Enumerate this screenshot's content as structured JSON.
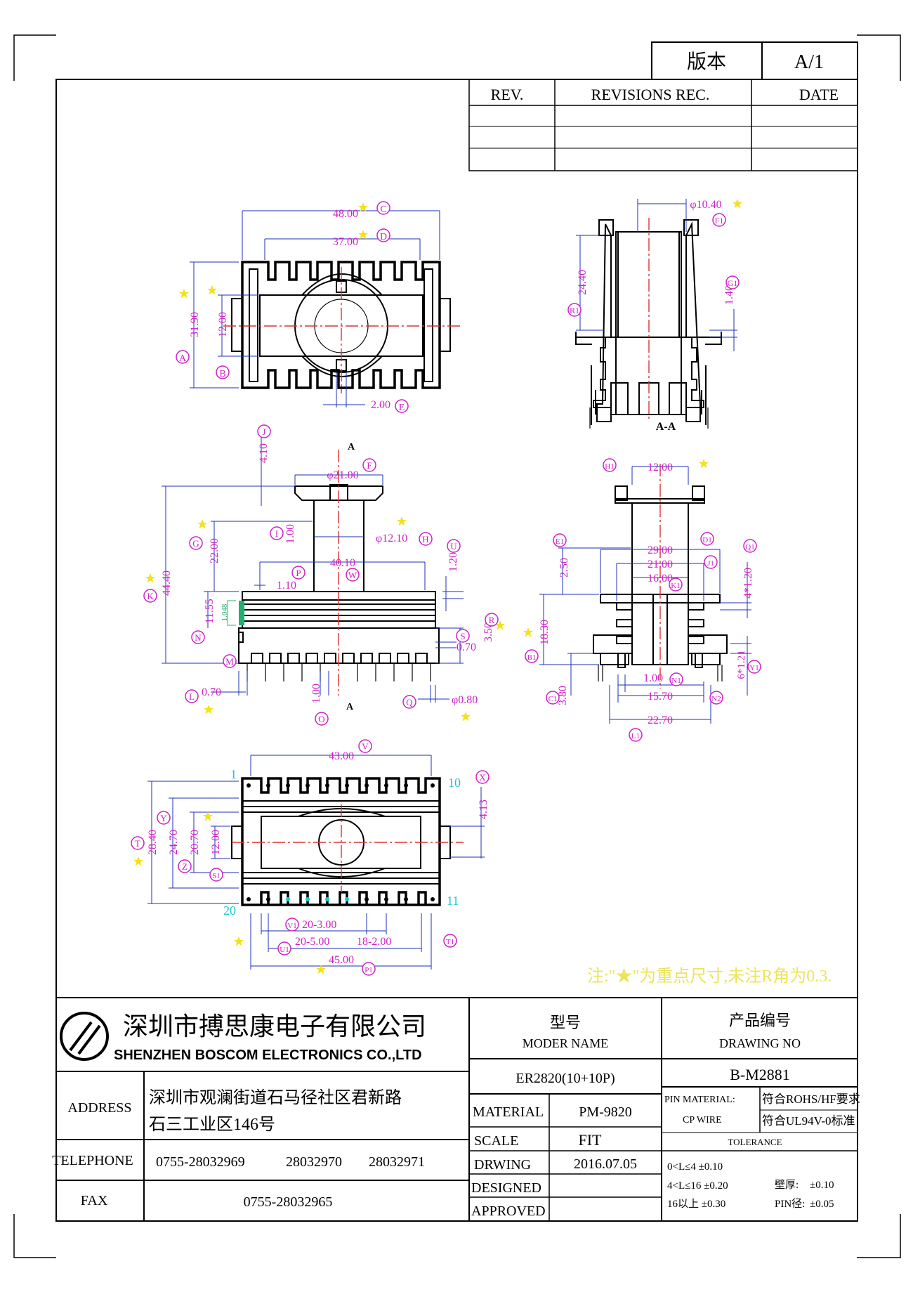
{
  "version_box": {
    "label": "版本",
    "value": "A/1"
  },
  "revisions": {
    "headers": [
      "REV.",
      "REVISIONS REC.",
      "DATE"
    ]
  },
  "section_label": "A-A",
  "section_marks": [
    "A",
    "A"
  ],
  "dimensions": {
    "top_view": [
      {
        "id": "C",
        "value": "48.00",
        "key": true
      },
      {
        "id": "D",
        "value": "37.00",
        "key": true
      },
      {
        "id": "A",
        "value": "31.90",
        "key": true
      },
      {
        "id": "B",
        "value": "12.00",
        "key": true
      },
      {
        "id": "E",
        "value": "2.00",
        "key": false
      }
    ],
    "section_view": [
      {
        "id": "F1",
        "value": "φ10.40",
        "key": true
      },
      {
        "id": "R1",
        "value": "24.40",
        "key": false
      },
      {
        "id": "G1",
        "value": "1.40",
        "key": false
      }
    ],
    "front_view": [
      {
        "id": "J",
        "value": "4.10",
        "key": false
      },
      {
        "id": "F",
        "value": "φ21.00",
        "key": false
      },
      {
        "id": "I",
        "value": "1.00",
        "key": false
      },
      {
        "id": "G",
        "value": "22.00",
        "key": true
      },
      {
        "id": "H",
        "value": "φ12.10",
        "key": true
      },
      {
        "id": "U",
        "value": "1.20",
        "key": false
      },
      {
        "id": "K",
        "value": "44.40",
        "key": true
      },
      {
        "id": "P",
        "value": "1.10",
        "key": false
      },
      {
        "id": "W",
        "value": "40.10",
        "key": false
      },
      {
        "id": "N",
        "value": "11.55",
        "key": false
      },
      {
        "id": "N_sub",
        "value": "1.048",
        "key": false
      },
      {
        "id": "R",
        "value": "3.50",
        "key": true
      },
      {
        "id": "S",
        "value": "0.70",
        "key": false
      },
      {
        "id": "M",
        "value": "",
        "key": false
      },
      {
        "id": "L",
        "value": "0.70",
        "key": true
      },
      {
        "id": "O",
        "value": "1.00",
        "key": false
      },
      {
        "id": "Q",
        "value": "φ0.80",
        "key": true
      }
    ],
    "side_view": [
      {
        "id": "H1",
        "value": "12.00",
        "key": true
      },
      {
        "id": "E1",
        "value": "2.50",
        "key": false
      },
      {
        "id": "D1",
        "value": "29.00",
        "key": false
      },
      {
        "id": "Q1",
        "value": "4*1.20",
        "key": false
      },
      {
        "id": "J1",
        "value": "21.00",
        "key": false
      },
      {
        "id": "K1",
        "value": "16.00",
        "key": false
      },
      {
        "id": "A1",
        "value": "18.30",
        "key": true
      },
      {
        "id": "B1",
        "value": "",
        "key": false
      },
      {
        "id": "Y1",
        "value": "6*1.21",
        "key": false
      },
      {
        "id": "N1",
        "value": "1.00",
        "key": false
      },
      {
        "id": "C1",
        "value": "3.80",
        "key": false
      },
      {
        "id": "N2",
        "value": "15.70",
        "key": false
      },
      {
        "id": "L1",
        "value": "22.70",
        "key": false
      }
    ],
    "bottom_view": [
      {
        "id": "V",
        "value": "43.00",
        "key": false
      },
      {
        "id": "X",
        "value": "4.13",
        "key": false
      },
      {
        "id": "T",
        "value": "28.40",
        "key": true
      },
      {
        "id": "Y",
        "value": "24.70",
        "key": false
      },
      {
        "id": "Z",
        "value": "20.70",
        "key": true
      },
      {
        "id": "S1",
        "value": "12.00",
        "key": false
      },
      {
        "id": "V1",
        "value": "20-3.00",
        "key": false
      },
      {
        "id": "U1",
        "value": "20-5.00",
        "key": true
      },
      {
        "id": "T1",
        "value": "18-2.00",
        "key": false
      },
      {
        "id": "P1",
        "value": "45.00",
        "key": true
      }
    ],
    "pin_numbers": [
      "1",
      "10",
      "11",
      "20"
    ]
  },
  "note": "注:\"★\"为重点尺寸,未注R角为0.3.",
  "title_block": {
    "company_cn": "深圳市搏思康电子有限公司",
    "company_en": "SHENZHEN  BOSCOM  ELECTRONICS  CO.,LTD",
    "model_label_cn": "型号",
    "model_label_en": "MODER NAME",
    "drawing_label_cn": "产品编号",
    "drawing_label_en": "DRAWING NO",
    "model_value": "ER2820(10+10P)",
    "drawing_value": "B-M2881",
    "address_label": "ADDRESS",
    "address_line1": "深圳市观澜街道石马径社区君新路",
    "address_line2": "石三工业区146号",
    "telephone_label": "TELEPHONE",
    "telephones": [
      "0755-28032969",
      "28032970",
      "28032971"
    ],
    "fax_label": "FAX",
    "fax": "0755-28032965",
    "material_label": "MATERIAL",
    "material_value": "PM-9820",
    "scale_label": "SCALE",
    "scale_value": "FIT",
    "drawing_row_label": "DRWING",
    "drawing_date": "2016.07.05",
    "designed_label": "DESIGNED",
    "approved_label": "APPROVED",
    "pin_material_label": "PIN MATERIAL:",
    "cp_wire_label": "CP WIRE",
    "rohs": "符合ROHS/HF要求",
    "ul": "符合UL94V-0标准",
    "tolerance_label": "TOLERANCE",
    "tol1": "0<L≤4  ±0.10",
    "tol2": "4<L≤16  ±0.20",
    "tol3": "16以上    ±0.30",
    "wall_label": "壁厚:",
    "wall_value": "±0.10",
    "pin_dia_label": "PIN径:",
    "pin_dia_value": "±0.05"
  }
}
